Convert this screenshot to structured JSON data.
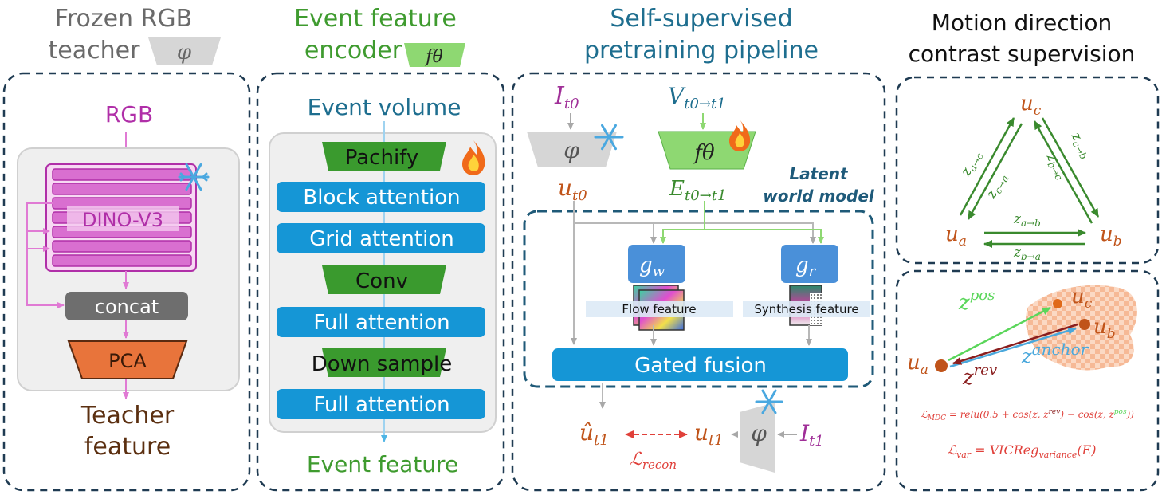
{
  "colors": {
    "frame": "#1f3b52",
    "magenta": "#b02fa8",
    "blue_btn": "#1596d6",
    "green_dark": "#3a9a2e",
    "green_light": "#8ed872",
    "orange": "#e8743b",
    "brown_text": "#c0541a",
    "grey_box": "#6e6e6e",
    "panel_fill": "#efefef",
    "title_green": "#3f9b2f",
    "title_blue": "#1e6e8f",
    "title_grey": "#6a6a6a",
    "pink_arrow": "#e07ad4"
  },
  "panel1": {
    "title_line1": "Frozen RGB",
    "title_line2": "teacher",
    "teacher_symbol": "φ",
    "input_label": "RGB",
    "backbone_label": "DINO-V3",
    "concat_label": "concat",
    "pca_label": "PCA",
    "output_line1": "Teacher",
    "output_line2": "feature",
    "freeze_icon": "snowflake-icon"
  },
  "panel2": {
    "title_line1": "Event feature",
    "title_line2": "encoder",
    "encoder_symbol": "fθ",
    "input_label": "Event volume",
    "output_label": "Event feature",
    "layers": [
      {
        "label": "Pachify",
        "kind": "trap"
      },
      {
        "label": "Block attention",
        "kind": "box"
      },
      {
        "label": "Grid attention",
        "kind": "box"
      },
      {
        "label": "Conv",
        "kind": "trap"
      },
      {
        "label": "Full attention",
        "kind": "box"
      },
      {
        "label": "Down sample",
        "kind": "trap"
      },
      {
        "label": "Full attention",
        "kind": "box"
      }
    ],
    "train_icon": "fire-icon"
  },
  "panel3": {
    "title_line1": "Self-supervised",
    "title_line2": "pretraining pipeline",
    "input_rgb": "I",
    "input_rgb_sub": "t0",
    "input_event": "V",
    "input_event_sub": "t0→t1",
    "phi": "φ",
    "f_theta": "fθ",
    "u_t0": "u",
    "u_t0_sub": "t0",
    "e_label": "E",
    "e_sub": "t0→t1",
    "world_model_line1": "Latent",
    "world_model_line2": "world model",
    "g_w": "g",
    "g_w_sub": "w",
    "g_r": "g",
    "g_r_sub": "r",
    "flow_label": "Flow feature",
    "synth_label": "Synthesis feature",
    "fusion_label": "Gated fusion",
    "u_hat": "û",
    "u_hat_sub": "t1",
    "u_t1": "u",
    "u_t1_sub": "t1",
    "loss_recon": "ℒ",
    "loss_recon_sub": "recon",
    "input_rgb_t1": "I",
    "input_rgb_t1_sub": "t1"
  },
  "panel4": {
    "title_line1": "Motion direction",
    "title_line2": "contrast supervision",
    "u_c": "u",
    "u_c_sub": "c",
    "u_a": "u",
    "u_a_sub": "a",
    "u_b": "u",
    "u_b_sub": "b",
    "z_ac": "z",
    "z_ac_sub": "a→c",
    "z_ca": "z",
    "z_ca_sub": "c→a",
    "z_cb": "z",
    "z_cb_sub": "c→b",
    "z_bc": "z",
    "z_bc_sub": "b→c",
    "z_ab": "z",
    "z_ab_sub": "a→b",
    "z_ba": "z",
    "z_ba_sub": "b→a",
    "z_pos": "z",
    "z_pos_sup": "pos",
    "z_anchor": "z",
    "z_anchor_sup": "anchor",
    "z_rev": "z",
    "z_rev_sup": "rev",
    "loss_mdc": "ℒ",
    "loss_mdc_sub": "MDC",
    "loss_mdc_mid": " = relu(0.5 + cos(z, z",
    "loss_mdc_rev": "rev",
    "loss_mdc_mid2": ") − cos(z, z",
    "loss_mdc_pos": "pos",
    "loss_mdc_end": "))",
    "loss_var": "ℒ",
    "loss_var_sub": "var",
    "loss_var_mid": " = VICReg",
    "loss_var_sub2": "variance",
    "loss_var_end": "(E)"
  }
}
